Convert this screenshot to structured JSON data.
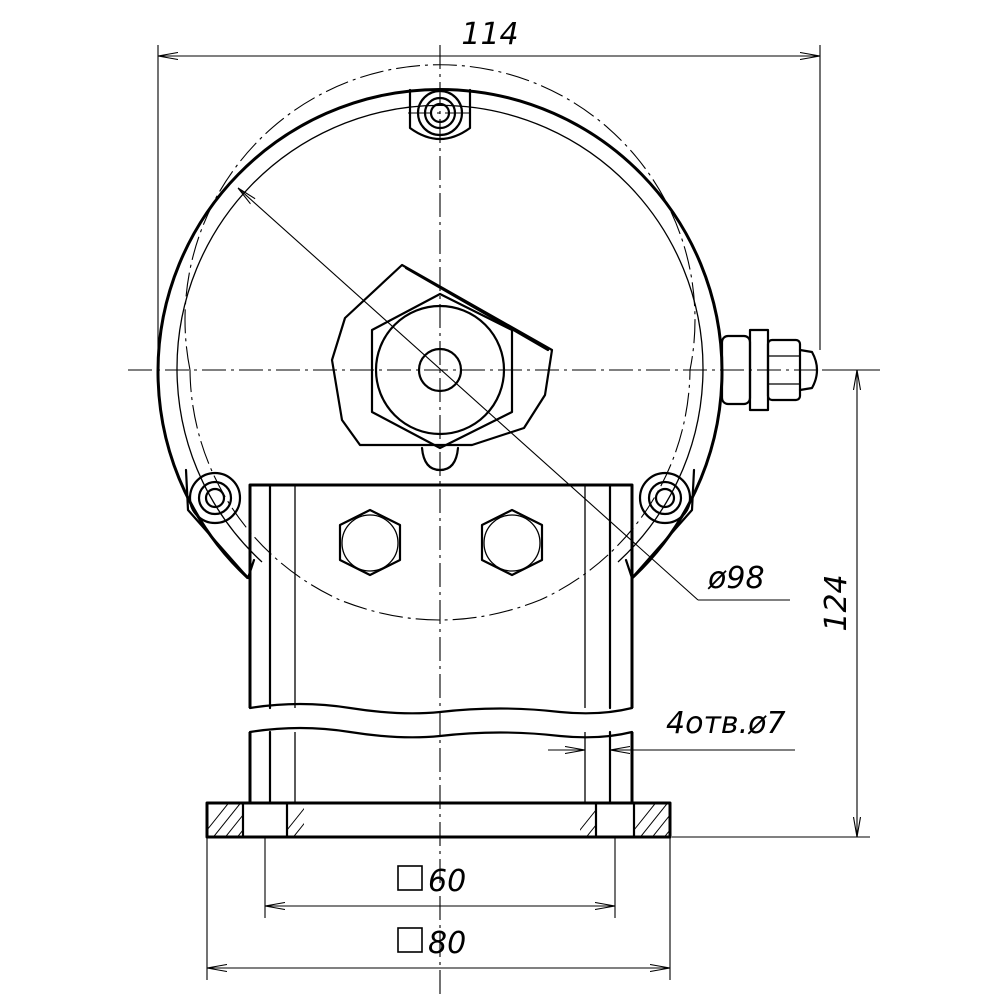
{
  "drawing": {
    "dimensions": {
      "overall_width": "114",
      "overall_height": "124",
      "circle_diameter": "ø98",
      "holes": "4отв.ø7",
      "inner_square": "60",
      "outer_square": "80"
    },
    "colors": {
      "line": "#000000",
      "background": "#ffffff"
    }
  }
}
